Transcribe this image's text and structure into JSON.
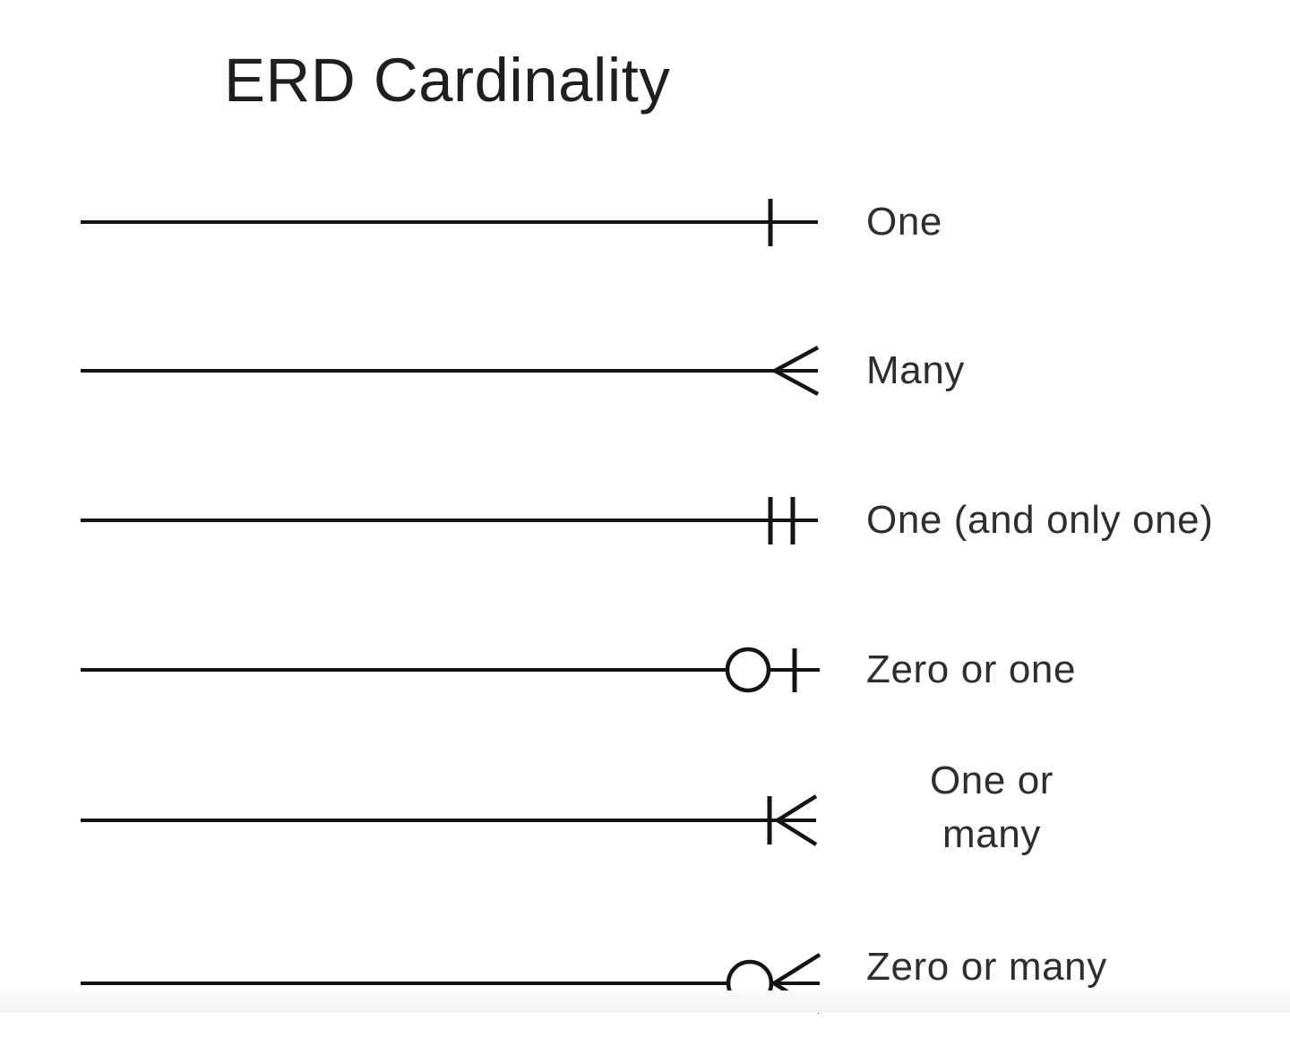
{
  "title": "ERD Cardinality",
  "rows": [
    {
      "symbol": "one",
      "label": "One"
    },
    {
      "symbol": "many",
      "label": "Many"
    },
    {
      "symbol": "one-and-only-one",
      "label": "One (and only one)"
    },
    {
      "symbol": "zero-or-one",
      "label": "Zero or one"
    },
    {
      "symbol": "one-or-many",
      "label": "One or\nmany"
    },
    {
      "symbol": "zero-or-many",
      "label": "Zero or many"
    }
  ],
  "colors": {
    "line": "#141414",
    "label_text": "#2e2e2e",
    "title_text": "#1f1f1f",
    "background": "#ffffff",
    "bottom_strip": "#f1f2f4"
  }
}
